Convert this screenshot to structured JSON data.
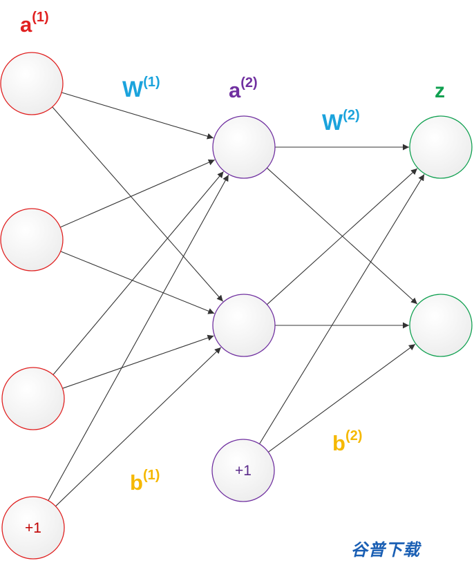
{
  "labels": {
    "a1": {
      "base": "a",
      "sup": "(1)"
    },
    "a2": {
      "base": "a",
      "sup": "(2)"
    },
    "z": {
      "base": "z"
    },
    "w1": {
      "base": "W",
      "sup": "(1)"
    },
    "w2": {
      "base": "W",
      "sup": "(2)"
    },
    "b1": {
      "base": "b",
      "sup": "(1)"
    },
    "b2": {
      "base": "b",
      "sup": "(2)"
    }
  },
  "bias_nodes": {
    "input_bias": "+1",
    "hidden_bias": "+1"
  },
  "watermark": "谷普下载",
  "colors": {
    "input_layer": "#e02020",
    "hidden_layer": "#7030a0",
    "output_layer": "#10a050",
    "weights": "#1ba3dc",
    "bias": "#f5b800",
    "edges": "#333333",
    "watermark": "#1a5fb4"
  }
}
